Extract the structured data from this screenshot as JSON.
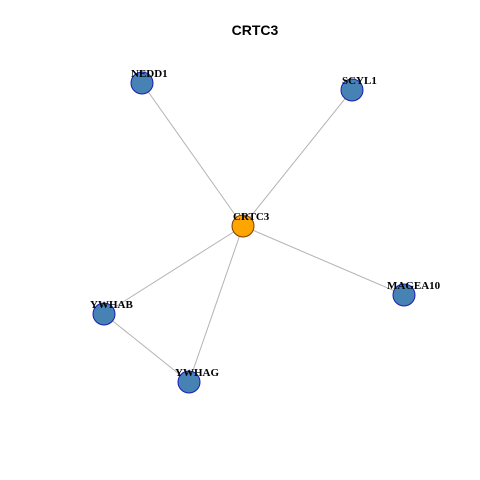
{
  "diagram": {
    "title": "CRTC3",
    "colors": {
      "center_fill": "#FFA500",
      "center_stroke": "#7a3b00",
      "neighbor_fill": "#4682B4",
      "neighbor_stroke": "#1a1ab3",
      "edge": "#b3b3b3"
    },
    "nodes": [
      {
        "id": "CRTC3",
        "label": "CRTC3",
        "role": "center"
      },
      {
        "id": "NEDD1",
        "label": "NEDD1",
        "role": "neighbor"
      },
      {
        "id": "SCYL1",
        "label": "SCYL1",
        "role": "neighbor"
      },
      {
        "id": "MAGEA10",
        "label": "MAGEA10",
        "role": "neighbor"
      },
      {
        "id": "YWHAB",
        "label": "YWHAB",
        "role": "neighbor"
      },
      {
        "id": "YWHAG",
        "label": "YWHAG",
        "role": "neighbor"
      }
    ],
    "edges": [
      [
        "CRTC3",
        "NEDD1"
      ],
      [
        "CRTC3",
        "SCYL1"
      ],
      [
        "CRTC3",
        "MAGEA10"
      ],
      [
        "CRTC3",
        "YWHAB"
      ],
      [
        "CRTC3",
        "YWHAG"
      ],
      [
        "YWHAB",
        "YWHAG"
      ]
    ]
  }
}
